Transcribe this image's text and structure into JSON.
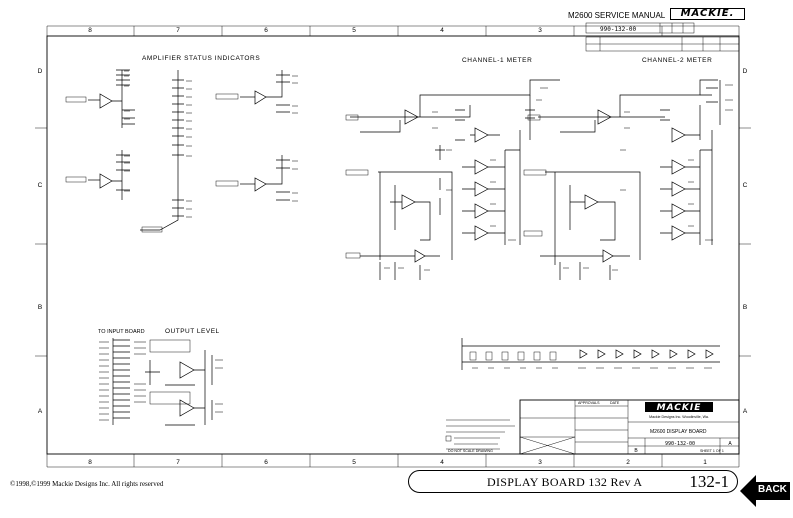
{
  "header": {
    "manual_title": "M2600 SERVICE MANUAL",
    "logo": "MACKIE.",
    "dwg_number": "990-132-00"
  },
  "grid": {
    "columns": [
      "8",
      "7",
      "6",
      "5",
      "4",
      "3",
      "2",
      "1"
    ],
    "rows": [
      "D",
      "C",
      "B",
      "A"
    ]
  },
  "sections": {
    "amp_status": "AMPLIFIER STATUS INDICATORS",
    "channel1": "CHANNEL-1 METER",
    "channel2": "CHANNEL-2 METER",
    "to_input": "TO INPUT BOARD",
    "output_level": "OUTPUT LEVEL"
  },
  "title_block": {
    "logo": "MACKIE",
    "company": "Mackie Designs Inc. Woodinville, Wa.",
    "board_name": "M2600 DISPLAY BOARD",
    "dwg_no": "990-132-00",
    "rev": "A",
    "size": "B",
    "sheet": "SHEET 1 OF 1",
    "approvals": "APPROVALS",
    "date": "DATE",
    "no_scale": "DO NOT SCALE DRAWING"
  },
  "footer": {
    "copyright": "©1998,©1999 Mackie Designs Inc. All rights reserved",
    "title": "DISPLAY BOARD 132 Rev A",
    "page": "132-1"
  },
  "nav": {
    "back_label": "BACK"
  }
}
